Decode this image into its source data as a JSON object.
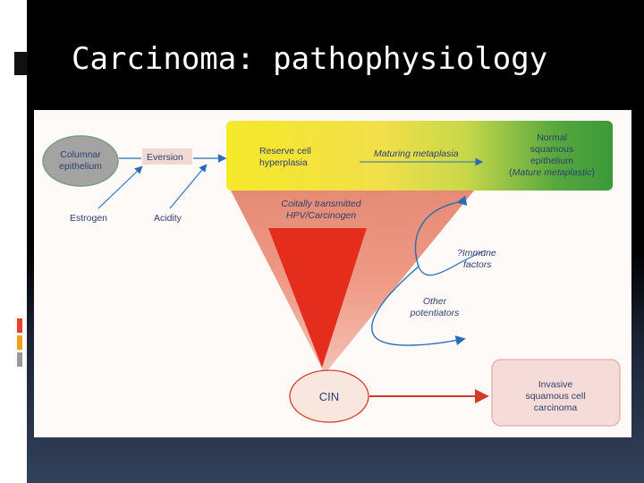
{
  "slide": {
    "title": "Carcinoma: pathophysiology"
  },
  "colors": {
    "accent_red": "#e8402c",
    "accent_orange": "#f0a020",
    "accent_gray": "#9a9a9a",
    "arrow_blue": "#2a6cb5",
    "arrow_red": "#d23a2a"
  },
  "diagram": {
    "columnar_epithelium": [
      "Columnar",
      "epithelium"
    ],
    "eversion": "Eversion",
    "estrogen": "Estrogen",
    "acidity": "Acidity",
    "reserve_cell": [
      "Reserve cell",
      "hyperplasia"
    ],
    "maturing_metaplasia": "Maturing metaplasia",
    "normal_squamous": [
      "Normal",
      "squamous",
      "epithelium"
    ],
    "mature_metaplastic": [
      "(",
      "Mature metaplastic",
      ")"
    ],
    "coitally": [
      "Coitally transmitted",
      "HPV/Carcinogen"
    ],
    "immune_factors": [
      "?Immune",
      "factors"
    ],
    "other_potentiators": [
      "Other",
      "potentiators"
    ],
    "cin": "CIN",
    "invasive": [
      "Invasive",
      "squamous cell",
      "carcinoma"
    ]
  }
}
